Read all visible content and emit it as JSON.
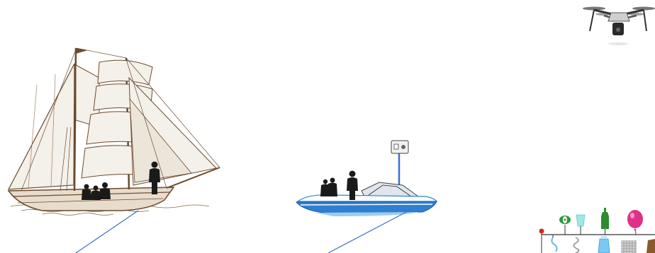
{
  "scene": {
    "objects": [
      {
        "name": "sailing-ship",
        "people_on_board": 4
      },
      {
        "name": "speedboat",
        "people_on_board": 3,
        "hull_color": "#2f7fd0"
      },
      {
        "name": "drone"
      },
      {
        "name": "floating-debris-line",
        "items": [
          "marker-buoy",
          "can",
          "cup",
          "straw",
          "bottle",
          "plastic-bag",
          "balloon",
          "net",
          "pouch"
        ]
      }
    ],
    "colors": {
      "ship_ink": "#6b4a2e",
      "sail_fill": "#f4f0ea",
      "line": "#3a6fd0",
      "boat_blue": "#2f7fd0",
      "bottle_green": "#2e8b2e",
      "balloon_pink": "#e0308a",
      "can_green": "#2a9a3a",
      "cup_cyan": "#9fe6e6"
    }
  }
}
